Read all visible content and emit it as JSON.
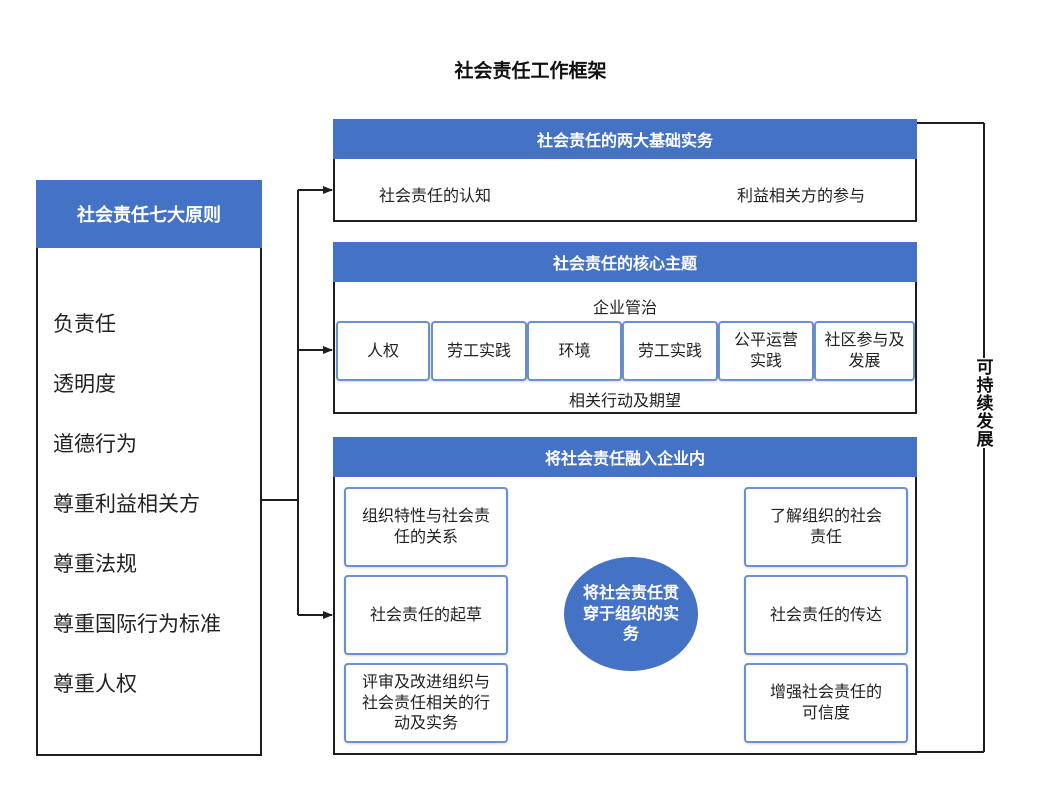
{
  "title": "社会责任工作框架",
  "principles": {
    "header": "社会责任七大原则",
    "items": [
      "负责任",
      "透明度",
      "道德行为",
      "尊重利益相关方",
      "尊重法规",
      "尊重国际行为标准",
      "尊重人权"
    ]
  },
  "foundations": {
    "header": "社会责任的两大基础实务",
    "left": "社会责任的认知",
    "right": "利益相关方的参与"
  },
  "core_subjects": {
    "header": "社会责任的核心主题",
    "top": "企业管治",
    "items": [
      "人权",
      "劳工实践",
      "环境",
      "劳工实践",
      "公平运营实践",
      "社区参与及发展"
    ],
    "bottom": "相关行动及期望"
  },
  "integration": {
    "header": "将社会责任融入企业内",
    "center": "将社会责任贯穿于组织的实务",
    "left_items": [
      "组织特性与社会责任的关系",
      "社会责任的起草",
      "评审及改进组织与社会责任相关的行动及实务"
    ],
    "right_items": [
      "了解组织的社会责任",
      "社会责任的传达",
      "增强社会责任的可信度"
    ]
  },
  "side_label": "可持续发展",
  "colors": {
    "header_blue": "#4472c4",
    "cell_border": "#6b8fd4",
    "line": "#1e1e1e"
  }
}
